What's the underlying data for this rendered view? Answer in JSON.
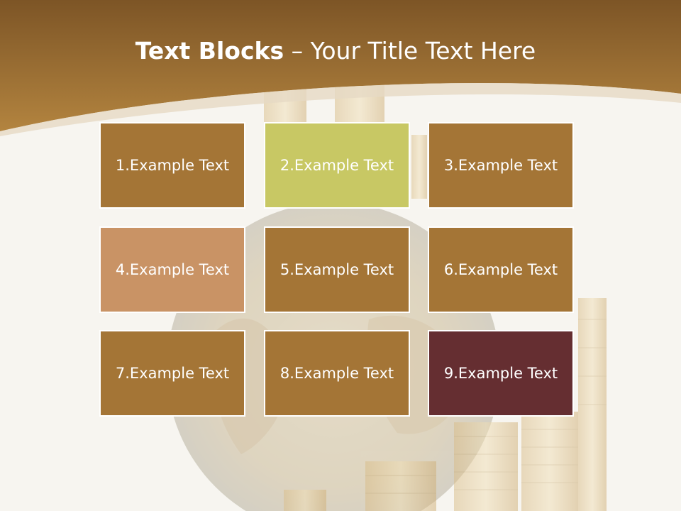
{
  "title": {
    "bold": "Text Blocks",
    "dash": " – ",
    "rest": "Your Title Text Here"
  },
  "blocks": [
    {
      "label": "1.Example Text"
    },
    {
      "label": "2.Example Text"
    },
    {
      "label": "3.Example Text"
    },
    {
      "label": "4.Example Text"
    },
    {
      "label": "5.Example Text"
    },
    {
      "label": "6.Example Text"
    },
    {
      "label": "7.Example Text"
    },
    {
      "label": "8.Example Text"
    },
    {
      "label": "9.Example Text"
    }
  ],
  "colors": {
    "header": "#9b6f32",
    "block_default": "#a47536",
    "block_highlight_green": "#c8c864",
    "block_light": "#c99365",
    "block_dark_red": "#652e31",
    "background": "#f7f5f0"
  }
}
